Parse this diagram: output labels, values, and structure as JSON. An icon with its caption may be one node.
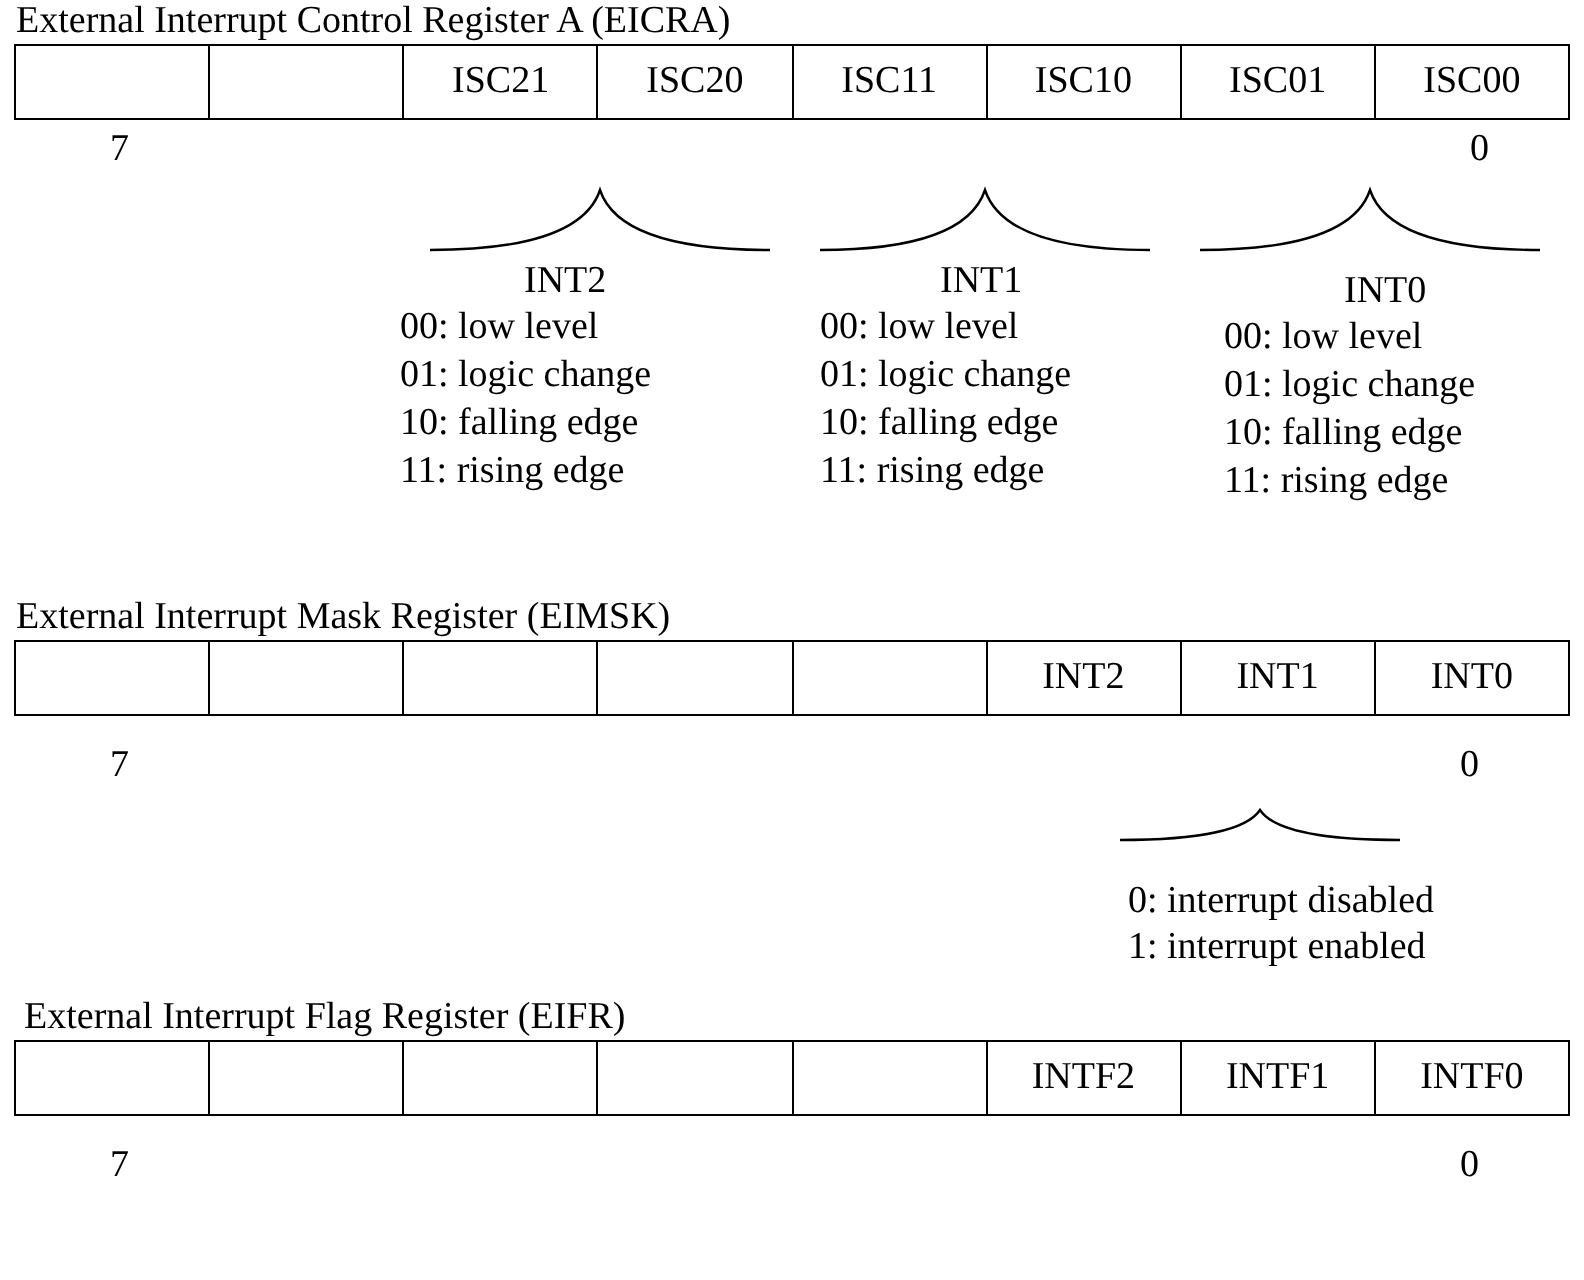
{
  "diagram": {
    "nodes": [
      {
        "text": [
          "External Interrupt Control Register A (EICRA)"
        ]
      },
      {
        "text": [],
        "shape": "box",
        "in": 0
      },
      {
        "text": [],
        "shape": "box",
        "in": 0
      },
      {
        "text": [
          "ISC21"
        ],
        "in": 0
      },
      {
        "text": [
          "ISC20"
        ],
        "in": 0
      },
      {
        "text": [
          "ISC11"
        ],
        "in": 0
      },
      {
        "text": [
          "ISC10"
        ],
        "in": 0
      },
      {
        "text": [
          "ISC01"
        ],
        "in": 0
      },
      {
        "text": [
          "ISC00"
        ],
        "in": 0
      },
      {
        "text": [
          "External Interrupt Mask Register (EIMSK)"
        ]
      },
      {
        "text": [],
        "shape": "box",
        "in": 9
      },
      {
        "text": [],
        "shape": "box",
        "in": 9
      },
      {
        "text": [],
        "shape": "box",
        "in": 9
      },
      {
        "text": [],
        "shape": "box",
        "in": 9
      },
      {
        "text": [],
        "shape": "box",
        "in": 9
      },
      {
        "text": [
          "INT2"
        ],
        "in": 9
      },
      {
        "text": [
          "INT1"
        ],
        "in": 9
      },
      {
        "text": [
          "INT0"
        ],
        "in": 9
      },
      {
        "text": [
          "External Interrupt Flag Register (EIFR)"
        ]
      },
      {
        "text": [],
        "shape": "box",
        "in": 18
      },
      {
        "text": [],
        "shape": "box",
        "in": 18
      },
      {
        "text": [],
        "shape": "box",
        "in": 18
      },
      {
        "text": [],
        "shape": "box",
        "in": 18
      },
      {
        "text": [],
        "shape": "box",
        "in": 18
      },
      {
        "text": [
          "INTF2"
        ],
        "in": 18
      },
      {
        "text": [
          "INTF1"
        ],
        "in": 18
      },
      {
        "text": [
          "INTF0"
        ],
        "in": 18
      }
    ],
    "labels": [
      "7",
      "0",
      "INT2",
      "00: low level",
      "01: logic change",
      "10: falling edge",
      "11: rising edge",
      "INT1",
      "00: low level",
      "01: logic change",
      "10: falling edge",
      "11: rising edge",
      "INT0",
      "00: low level",
      "01: logic change",
      "10: falling edge",
      "11: rising edge",
      "7",
      "0",
      "0: interrupt disabled",
      "1: interrupt enabled",
      "7",
      "0"
    ]
  }
}
